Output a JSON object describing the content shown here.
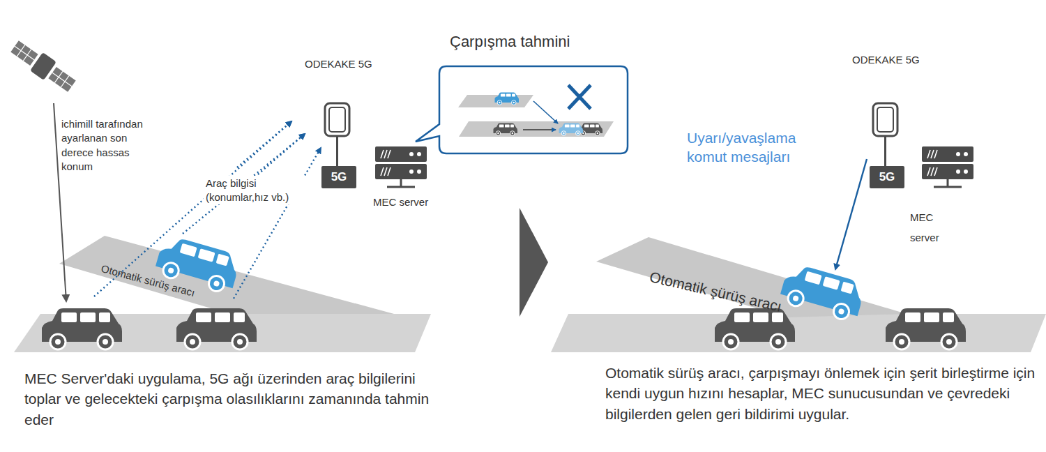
{
  "diagram": {
    "nodes": [
      {
        "text": [
          "Çarpışma tahmini"
        ]
      },
      {
        "text": [
          "5G"
        ]
      },
      {
        "text": [
          "5G"
        ]
      }
    ],
    "labels": [
      "ODEKAKE 5G",
      "ichimill tarafından ayarlanan son derece hassas konum",
      "Araç bilgisi (konumlar,hız vb.)",
      "MEC server",
      "Otomatik sürüş aracı",
      "MEC Server'daki uygulama, 5G ağı üzerinden araç bilgilerini toplar ve gelecekteki çarpışma olasılıklarını zamanında tahmin eder",
      "ODEKAKE 5G",
      "Uyarı/yavaşlama komut mesajları",
      "MEC server",
      "Otomatik şürüş aracı",
      "Otomatik sürüş aracı, çarpışmayı önlemek için şerit birleştirme için kendi uygun hızını hesaplar, MEC sunucusundan ve çevredeki bilgilerden gelen geri bildirimi uygular."
    ]
  }
}
